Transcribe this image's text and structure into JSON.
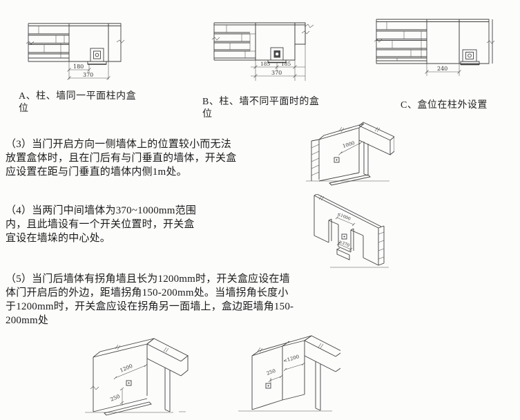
{
  "document": {
    "kind": "scanned technical page on switch-box (开关盒) placement",
    "background": "#fcfcfb",
    "ink": "#3f3f3f"
  },
  "top_figures": {
    "a": {
      "label_line1": "A、柱、墙同一平面柱内盒",
      "label_line2": "位",
      "dims": [
        "180",
        "370"
      ]
    },
    "b": {
      "label_line1": "B、柱、墙不同平面时的盒",
      "label_line2": "位",
      "dims": [
        "185",
        "185",
        "370"
      ]
    },
    "c": {
      "label_line1": "C、盒位在柱外设置",
      "dims": [
        "240"
      ]
    }
  },
  "paragraphs": {
    "p3": {
      "lines": [
        "（3）当门开启方向一侧墙体上的位置较小而无法",
        "放置盒体时，且在门后有与门垂直的墙体，开关盒",
        "应设置在距与门垂直的墙体内侧1m处。"
      ]
    },
    "p4": {
      "lines": [
        "（4）当两门中间墙体为370~1000mm范围",
        "内，且此墙设有一个开关位置时，开关盒",
        "宜设在墙垛的中心处。"
      ]
    },
    "p5": {
      "lines": [
        "（5）当门后墙体有拐角墙且长为1200mm时，开关盒应设在墙",
        "体门开启后的外边，距墙拐角150-200mm处。当墙拐角长度小",
        "于1200mm时，开关盒应设在拐角另一面墙上，盒边距墙角150-",
        "200mm处"
      ]
    }
  },
  "iso_figures": {
    "door_side_wall": {
      "dim": "1000"
    },
    "pier_between_doors": {
      "dim_max": "≤1000",
      "dim_min": "≥370"
    },
    "corner_1200": {
      "dim_length": "1200",
      "dim_offset": "250"
    },
    "corner_under_1200": {
      "dim_length": "<1200",
      "dim_offset": "250"
    }
  }
}
